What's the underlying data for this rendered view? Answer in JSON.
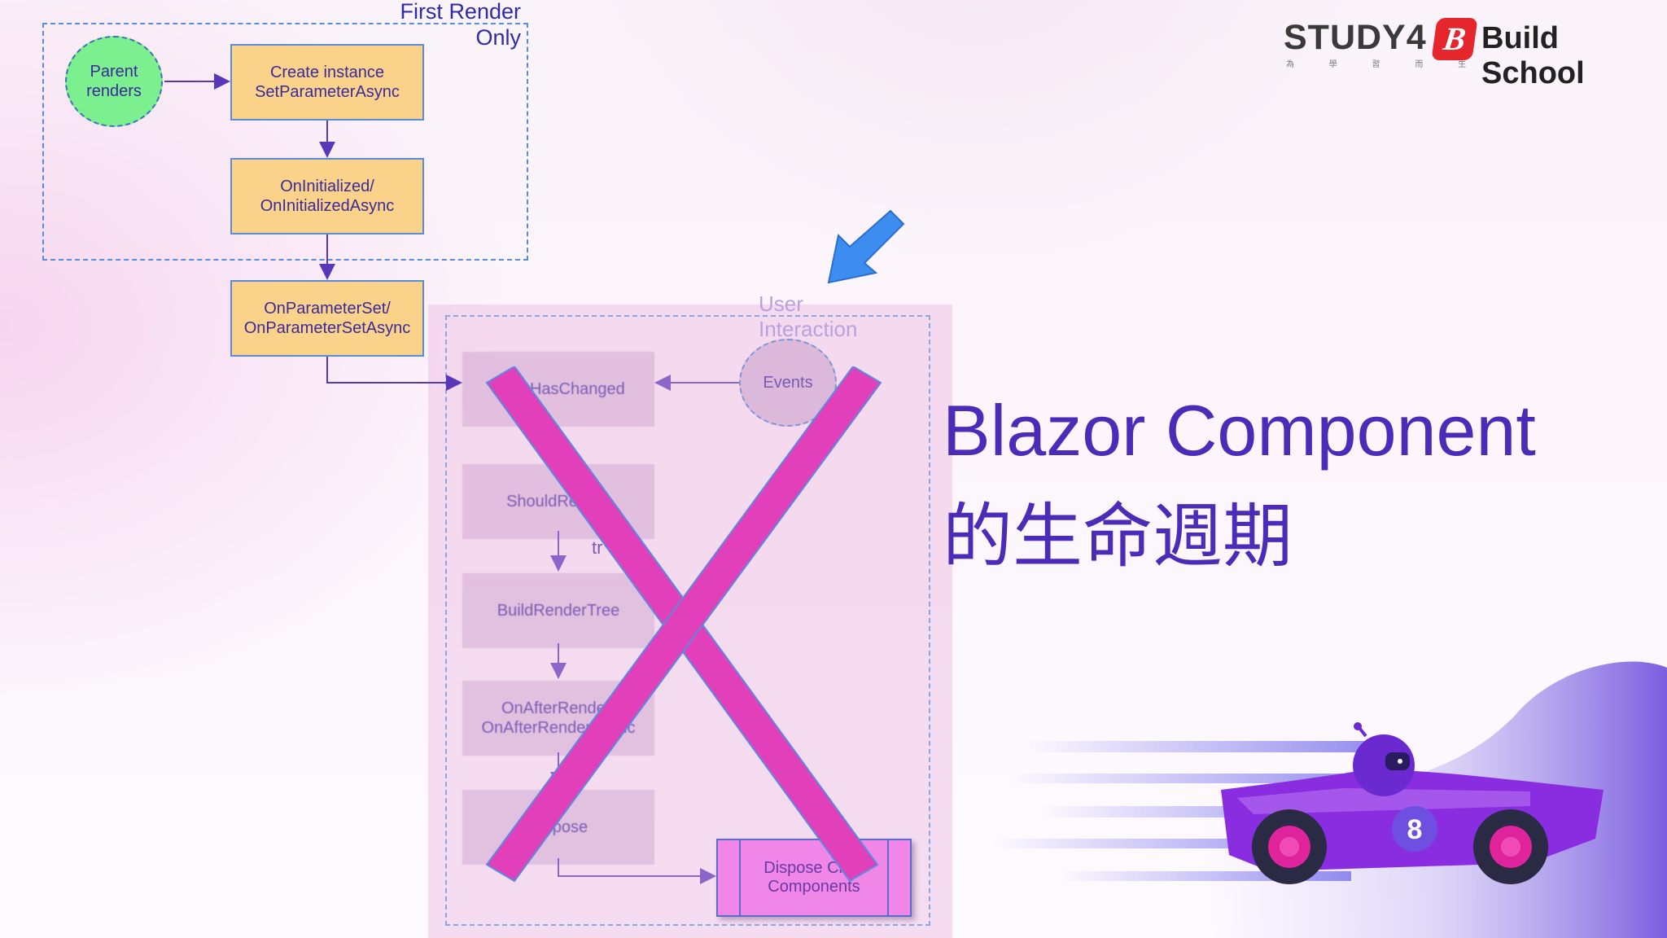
{
  "brand": {
    "study4": "STUDY4",
    "study4_sub": "為 學 習 而 生",
    "build_school": "Build School",
    "bs_mark": "B"
  },
  "diagram": {
    "first_render_label": "First Render\nOnly",
    "user_interaction_label": "User\nInteraction",
    "parent_renders": "Parent\nrenders",
    "create_instance": "Create instance\nSetParameterAsync",
    "on_initialized": "OnInitialized/\nOnInitializedAsync",
    "on_parameter_set": "OnParameterSet/\nOnParameterSetAsync",
    "state_has_changed": "StateHasChanged",
    "events": "Events",
    "should_render": "ShouldRender",
    "build_render_tree": "BuildRenderTree",
    "on_after_render": "OnAfterRender/\nOnAfterRenderAsync",
    "dispose": "Dispose",
    "dispose_child": "Dispose Child\nComponents",
    "ar_fragment": "tr"
  },
  "title": {
    "line1": "Blazor Component",
    "line2": "的生命週期"
  },
  "colors": {
    "x_mark": "#e23fba",
    "title": "#4b2bb8",
    "step_fill": "#fbd28a",
    "parent_fill": "#7cf08f",
    "car_body": "#8a2de0"
  }
}
